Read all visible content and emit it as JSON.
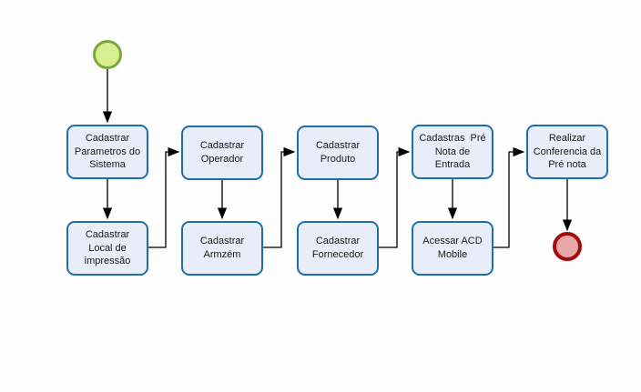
{
  "diagram": {
    "colors": {
      "node_fill": "#e9edfa",
      "node_border": "#1e6fa5",
      "start_fill": "#d7ef8f",
      "start_border": "#7aa83a",
      "end_fill": "#e9a8a8",
      "end_border": "#a30c0c",
      "connector": "#000000",
      "text": "#1a1a1a"
    },
    "start_event": {
      "name": "start-event"
    },
    "end_event": {
      "name": "end-event"
    },
    "nodes": [
      {
        "label": "Cadastrar\nParametros do\nSistema"
      },
      {
        "label": "Cadastrar\nLocal de\nimpressão"
      },
      {
        "label": "Cadastrar\nOperador"
      },
      {
        "label": "Cadastrar\nArmzém"
      },
      {
        "label": "Cadastrar\nProduto"
      },
      {
        "label": "Cadastrar\nFornecedor"
      },
      {
        "label": "Cadastras  Pré\nNota de\nEntrada"
      },
      {
        "label": "Acessar ACD\nMobile"
      },
      {
        "label": "Realizar\nConferencia da\nPré nota"
      }
    ]
  }
}
